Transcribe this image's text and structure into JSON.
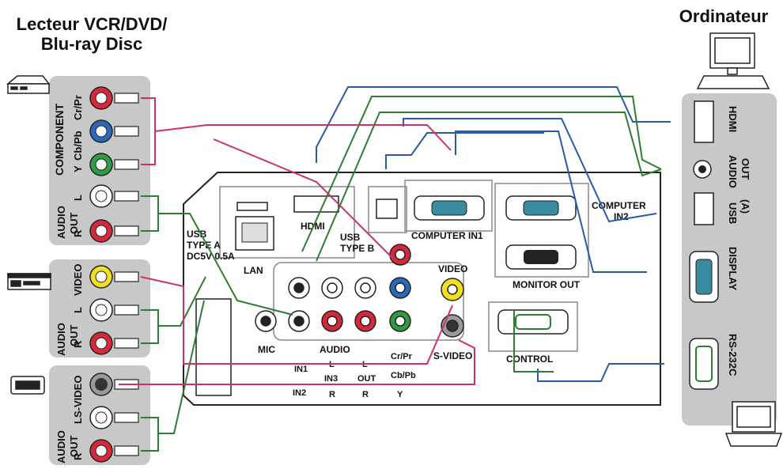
{
  "headings": {
    "left_line1": "Lecteur VCR/DVD/",
    "left_line2": "Blu-ray Disc",
    "right": "Ordinateur"
  },
  "left_panel": {
    "component": "COMPONENT",
    "cr_pr": "Cr/Pr",
    "cb_pb": "Cb/Pb",
    "y": "Y",
    "audio_out": "AUDIO",
    "out": "OUT",
    "l": "L",
    "r": "R",
    "video": "VIDEO",
    "s_video": "S-VIDEO"
  },
  "right_panel": {
    "hdmi": "HDMI",
    "audio": "AUDIO",
    "out": "OUT",
    "usb": "USB",
    "usb_a": "(A)",
    "display": "DISPLAY",
    "rs232c": "RS-232C"
  },
  "projector": {
    "usb_type_a_1": "USB",
    "usb_type_a_2": "TYPE A",
    "usb_type_a_3": "DC5V 0.5A",
    "lan": "LAN",
    "hdmi": "HDMI",
    "usb_type_b_1": "USB",
    "usb_type_b_2": "TYPE B",
    "computer_in1": "COMPUTER IN1",
    "computer_in2_1": "COMPUTER",
    "computer_in2_2": "IN2",
    "monitor_out": "MONITOR OUT",
    "video": "VIDEO",
    "s_video": "S-VIDEO",
    "mic": "MIC",
    "audio": "AUDIO",
    "in1": "IN1",
    "in2": "IN2",
    "in3": "IN3",
    "l1": "L",
    "l2": "L",
    "r1": "R",
    "r2": "R",
    "out": "OUT",
    "cr_pr": "Cr/Pr",
    "cb_pb": "Cb/Pb",
    "y": "Y",
    "control": "CONTROL"
  },
  "colors": {
    "blue_cable": "#2a5aa8",
    "green_cable": "#2e7d32",
    "magenta_cable": "#d0306a",
    "panel_gray": "#c8c8c8",
    "jack_red": "#d6283a",
    "jack_blue": "#2a68b8",
    "jack_green": "#2f9a40",
    "jack_yellow": "#f2e01f"
  },
  "icons": [
    "vcr-icon",
    "dvd-player-icon",
    "camera-icon",
    "desktop-computer-icon",
    "laptop-icon"
  ]
}
